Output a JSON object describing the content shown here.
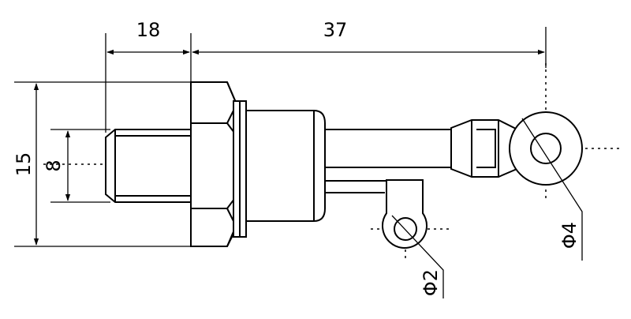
{
  "dimensions": {
    "thread_length": "18",
    "body_length": "37",
    "overall_height": "15",
    "thread_diameter": "8",
    "small_hole": "Φ2",
    "large_hole": "Φ4"
  }
}
